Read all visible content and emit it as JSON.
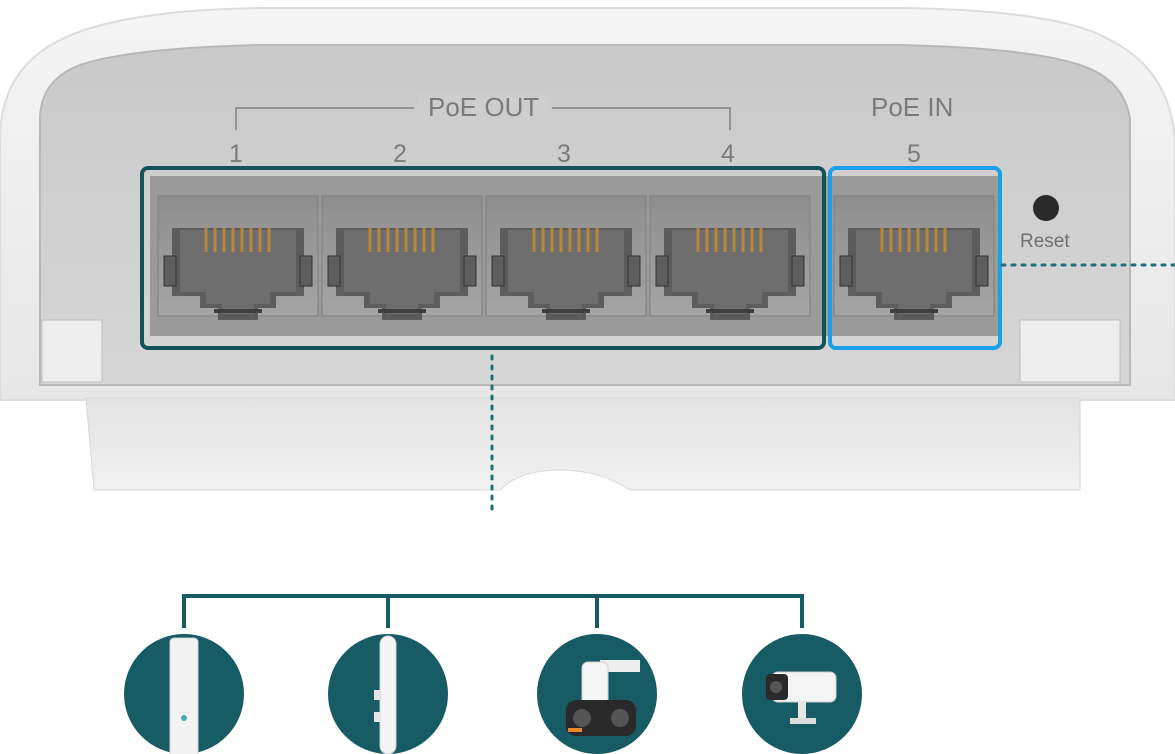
{
  "labels": {
    "poe_out": "PoE OUT",
    "poe_in": "PoE IN",
    "reset": "Reset"
  },
  "ports": [
    {
      "number": "1",
      "group": "PoE OUT"
    },
    {
      "number": "2",
      "group": "PoE OUT"
    },
    {
      "number": "3",
      "group": "PoE OUT"
    },
    {
      "number": "4",
      "group": "PoE OUT"
    },
    {
      "number": "5",
      "group": "PoE IN"
    }
  ],
  "devices": [
    {
      "icon": "ceiling-access-point-icon"
    },
    {
      "icon": "outdoor-antenna-access-point-icon"
    },
    {
      "icon": "pan-tilt-dual-camera-icon"
    },
    {
      "icon": "bullet-camera-icon"
    }
  ],
  "colors": {
    "poe_out_frame": "#14525a",
    "poe_in_frame": "#1aa0e8",
    "device_circle": "#175b64",
    "connector_dots": "#1d6f7a"
  }
}
